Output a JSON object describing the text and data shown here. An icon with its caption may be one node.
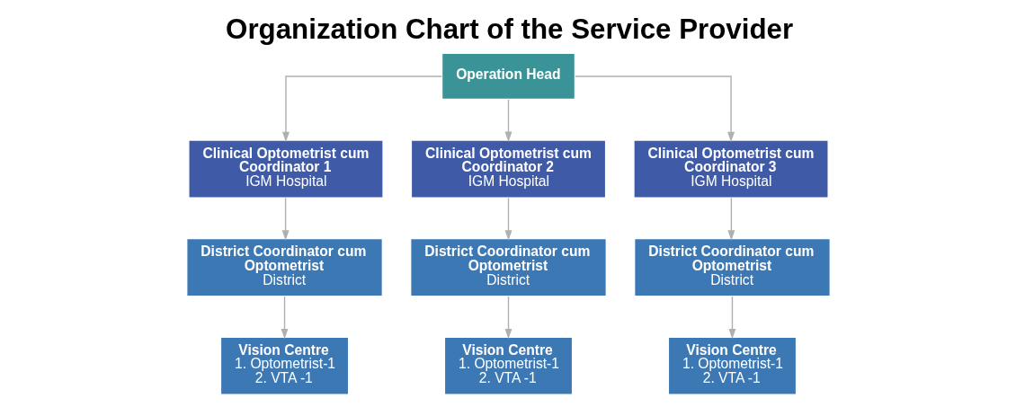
{
  "diagram": {
    "title": "Organization Chart of the Service Provider",
    "nodes": [
      {
        "text": [
          "Operation Head"
        ]
      },
      {
        "text": [
          "Clinical Optometrist cum Coordinator 1",
          "IGM Hospital"
        ]
      },
      {
        "text": [
          "Clinical Optometrist cum Coordinator 2",
          "IGM Hospital"
        ]
      },
      {
        "text": [
          "Clinical Optometrist cum Coordinator 3",
          "IGM Hospital"
        ]
      },
      {
        "text": [
          "District Coordinator cum Optometrist",
          "District"
        ]
      },
      {
        "text": [
          "Vision Centre",
          "1. Optometrist-1",
          "2. VTA -1"
        ]
      },
      {
        "text": [
          "District Coordinator cum Optometrist",
          "District"
        ]
      },
      {
        "text": [
          "Vision Centre",
          "1. Optometrist-1",
          "2. VTA -1"
        ]
      },
      {
        "text": [
          "District Coordinator cum Optometrist",
          "District"
        ]
      },
      {
        "text": [
          "Vision Centre",
          "1. Optometrist-1",
          "2. VTA -1"
        ]
      }
    ],
    "edges": [
      {
        "from": 0,
        "to": 1,
        "arrow": "to"
      },
      {
        "from": 0,
        "to": 2,
        "arrow": "to"
      },
      {
        "from": 0,
        "to": 3,
        "arrow": "to"
      },
      {
        "from": 1,
        "to": 4,
        "arrow": "to"
      },
      {
        "from": 4,
        "to": 5,
        "arrow": "to"
      },
      {
        "from": 2,
        "to": 6,
        "arrow": "to"
      },
      {
        "from": 6,
        "to": 7,
        "arrow": "to"
      },
      {
        "from": 3,
        "to": 8,
        "arrow": "to"
      },
      {
        "from": 8,
        "to": 9,
        "arrow": "to"
      }
    ]
  }
}
